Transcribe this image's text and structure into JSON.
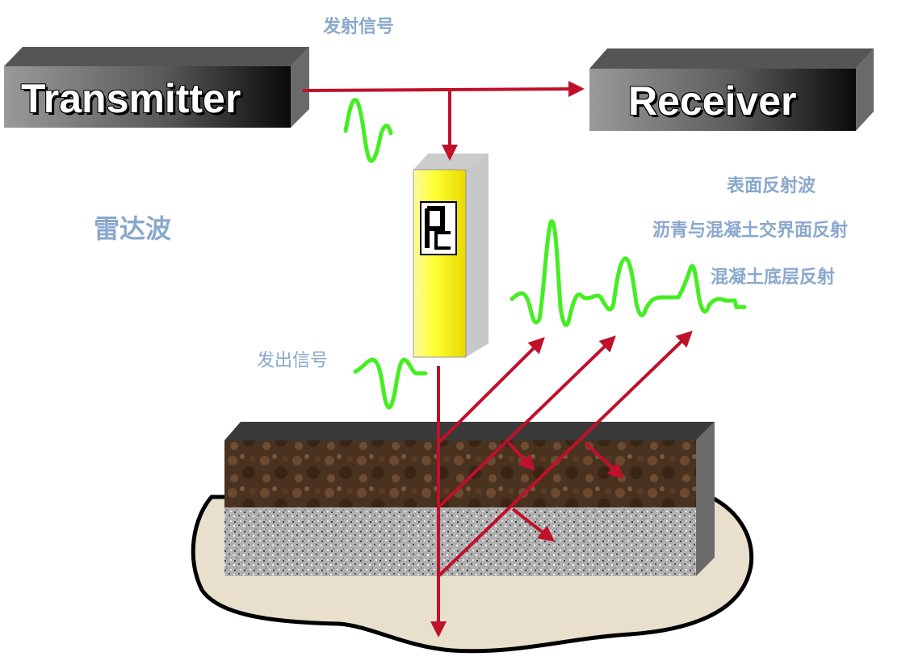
{
  "boxes": {
    "transmitter": "Transmitter",
    "receiver": "Receiver"
  },
  "labels": {
    "emitted_signal_top": "发射信号",
    "radar_wave": "雷达波",
    "surface_reflection": "表面反射波",
    "asphalt_concrete_interface": "沥青与混凝土交界面反射",
    "concrete_bottom_reflection": "混凝土底层反射",
    "output_signal": "发出信号"
  },
  "antenna": {
    "logo_text": "PC"
  },
  "colors": {
    "arrow": "#c0102a",
    "wave": "#44ee22",
    "label": "#8aa8cc",
    "antenna_fill": "#ffff33",
    "asphalt": "#4a3220",
    "concrete": "#b8b8b8",
    "ground": "#e8e0cc"
  }
}
